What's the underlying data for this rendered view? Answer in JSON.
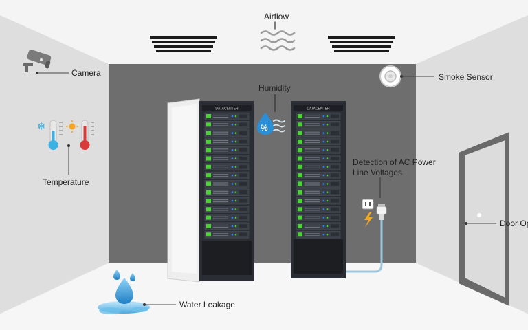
{
  "labels": {
    "airflow": "Airflow",
    "camera": "Camera",
    "smoke_sensor": "Smoke Sensor",
    "humidity": "Humidity",
    "temperature": "Temperature",
    "ac_power": "Detection of AC Power Line Voltages",
    "door": "Door Op",
    "water_leakage": "Water Leakage"
  },
  "rack_brand": "DATACENTER",
  "colors": {
    "ceiling": "#f4f4f4",
    "side_walls": "#dedede",
    "back_wall": "#6e6e6e",
    "floor": "#f6f6f6",
    "rack_body": "#2a2d33",
    "led_green": "#4cd137",
    "led_blue": "#3b82f6",
    "water": "#3aa0dd",
    "door": "#6a6a6a"
  },
  "icons": [
    "cctv-camera-icon",
    "smoke-sensor-icon",
    "thermometer-icon",
    "humidity-icon",
    "ac-plug-icon",
    "lightning-icon",
    "water-drop-icon",
    "airflow-icon",
    "door-icon",
    "air-vent-icon"
  ]
}
